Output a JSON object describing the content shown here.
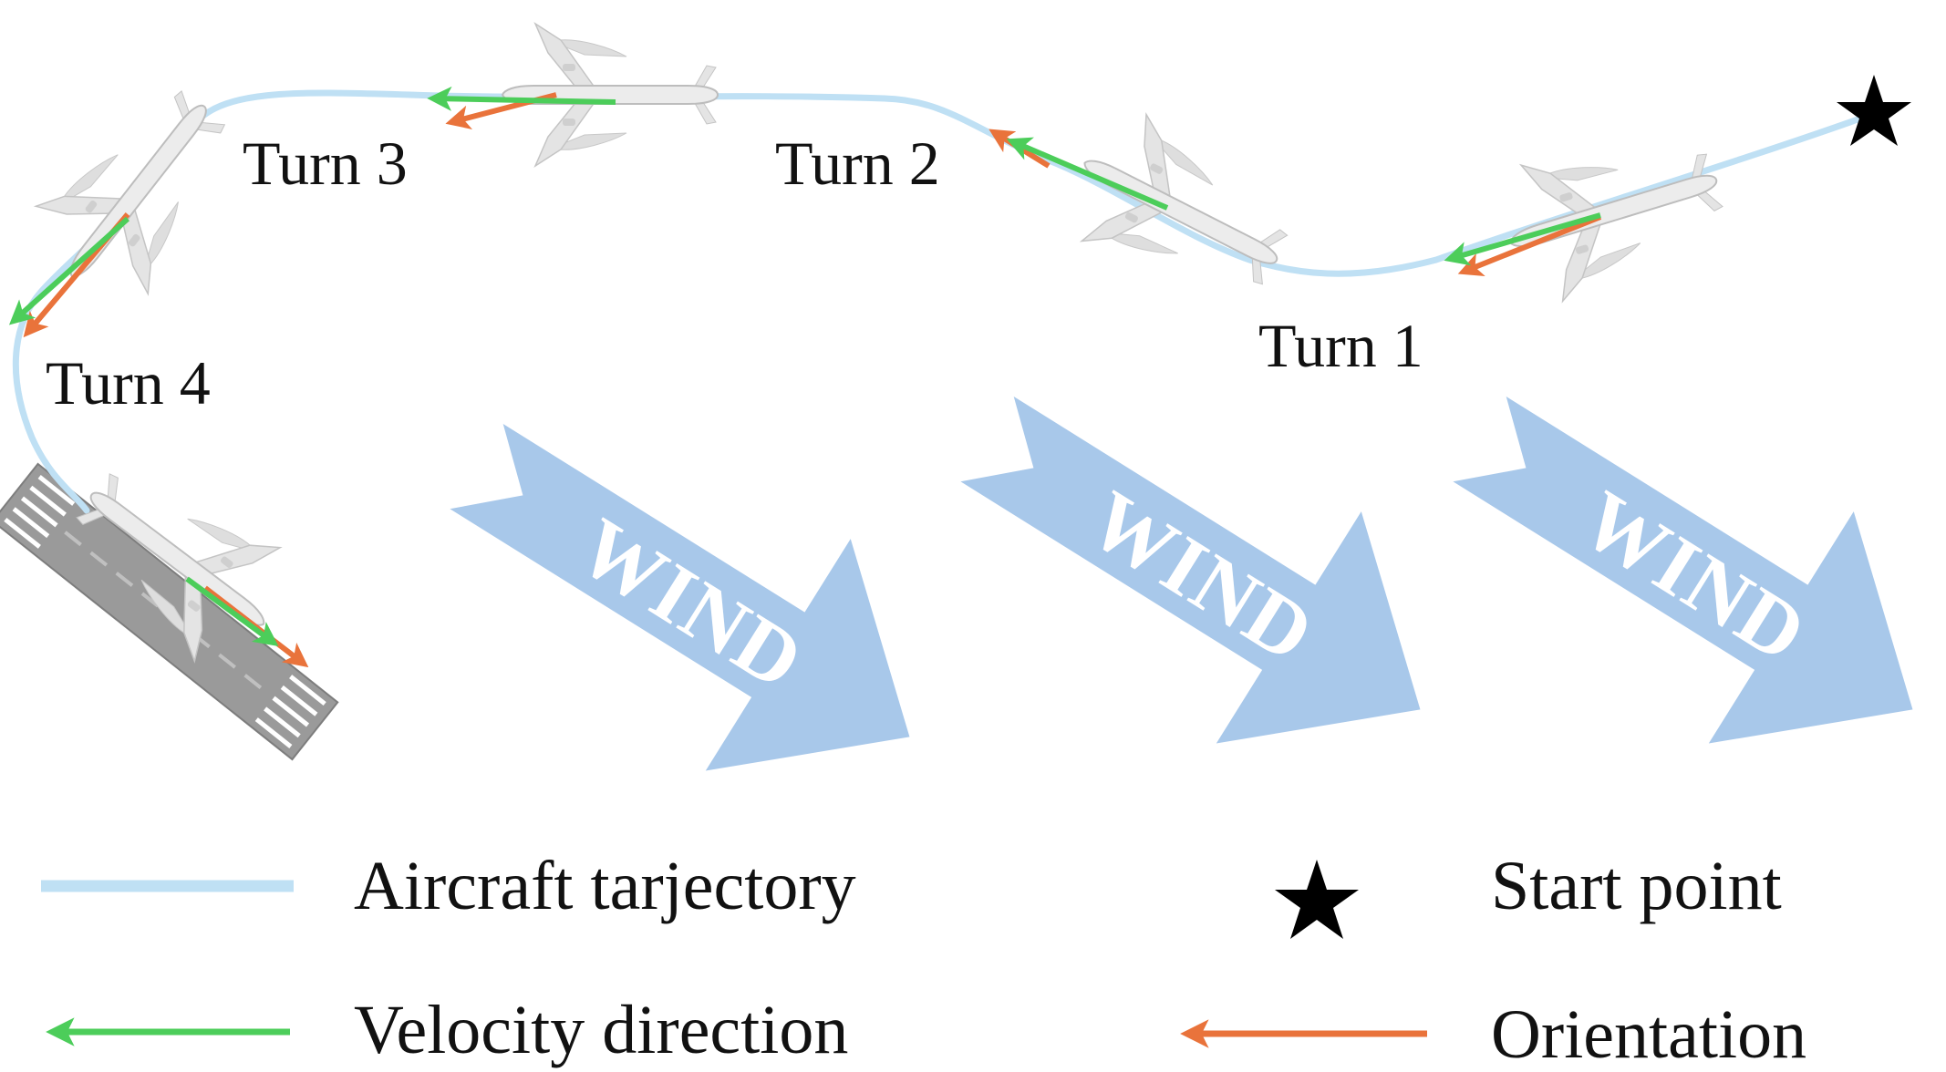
{
  "diagram": {
    "turn_labels": [
      "Turn 1",
      "Turn 2",
      "Turn 3",
      "Turn 4"
    ],
    "wind_label": "WIND",
    "start_marker": "star-icon"
  },
  "legend": {
    "trajectory": "Aircraft tarjectory",
    "velocity": "Velocity direction",
    "start": "Start point",
    "orientation": "Orientation"
  },
  "colors": {
    "trajectory": "#bfe0f4",
    "velocity": "#4ccd5a",
    "orientation": "#e9733b",
    "wind": "#a8c8ea",
    "runway": "#9a9a9a",
    "aircraft": "#e6e6e6",
    "text": "#111111"
  }
}
